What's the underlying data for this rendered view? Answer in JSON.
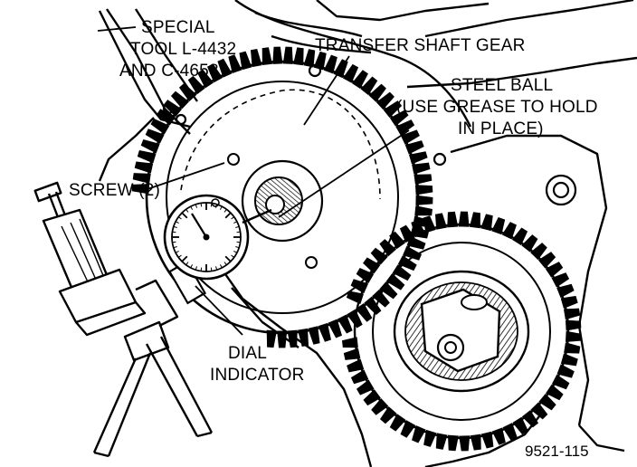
{
  "labels": {
    "special_tool": [
      "SPECIAL",
      "TOOL L-4432",
      "AND C-4658"
    ],
    "transfer_shaft_gear": "TRANSFER SHAFT GEAR",
    "steel_ball": [
      "STEEL BALL",
      "(USE GREASE TO HOLD",
      "IN PLACE)"
    ],
    "screw": "SCREW (2)",
    "dial_indicator": [
      "DIAL",
      "INDICATOR"
    ]
  },
  "figure_number": "9521-115",
  "colors": {
    "ink": "#000000",
    "paper": "#ffffff"
  }
}
